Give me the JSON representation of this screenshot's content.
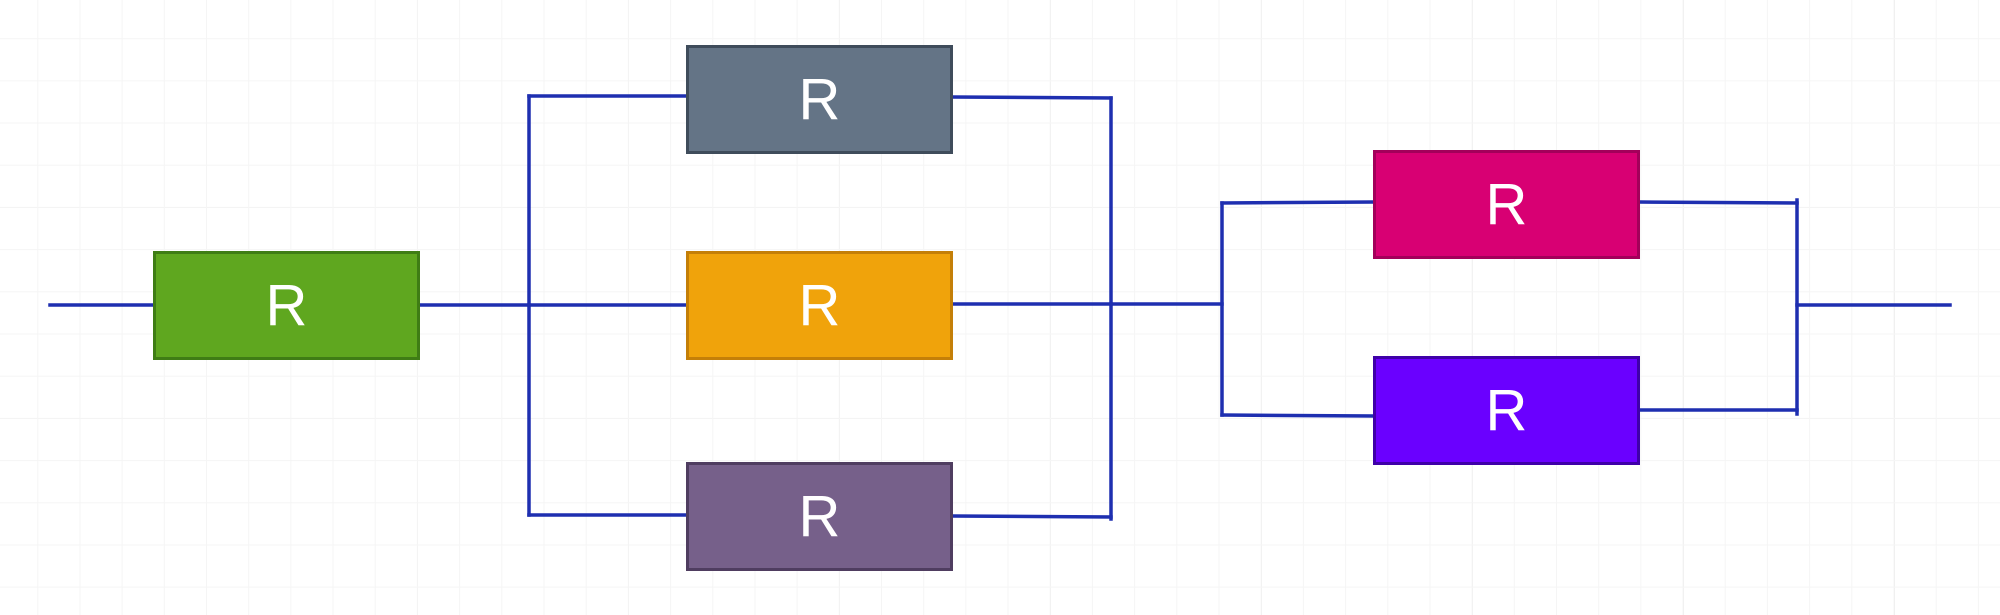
{
  "resistors": [
    {
      "id": "r1",
      "label": "R",
      "fill": "#5fa71f",
      "border": "#3f7d15"
    },
    {
      "id": "r2",
      "label": "R",
      "fill": "#647486",
      "border": "#3f4c5b"
    },
    {
      "id": "r3",
      "label": "R",
      "fill": "#f0a30b",
      "border": "#c47f08"
    },
    {
      "id": "r4",
      "label": "R",
      "fill": "#76608a",
      "border": "#4f3d60"
    },
    {
      "id": "r5",
      "label": "R",
      "fill": "#d80073",
      "border": "#a3005a"
    },
    {
      "id": "r6",
      "label": "R",
      "fill": "#6a00ff",
      "border": "#3f00a8"
    }
  ],
  "wire_color": "#1e2fb0"
}
